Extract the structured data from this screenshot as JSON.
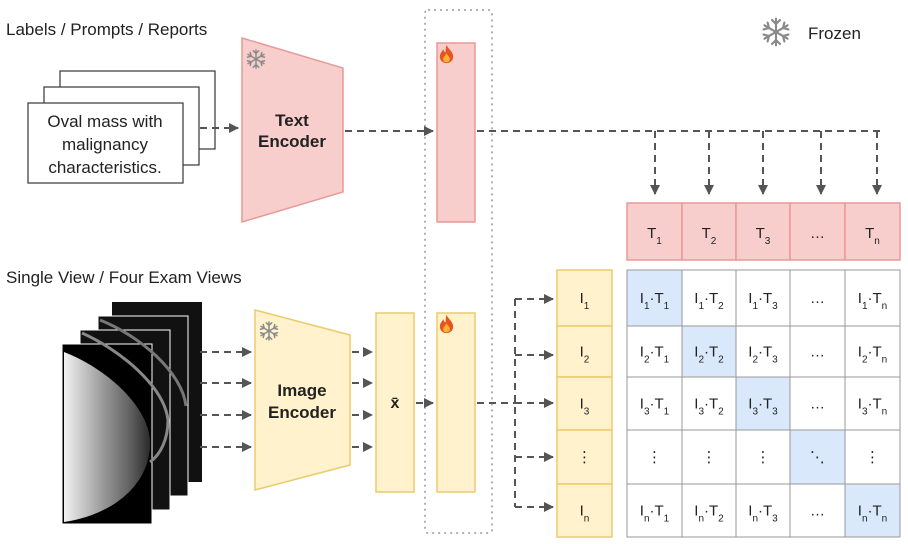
{
  "texts": {
    "text_source_title": "Labels / Prompts / Reports",
    "image_source_title": "Single View / Four Exam Views",
    "frozen_legend": "Frozen",
    "report_line_1": "Oval mass with",
    "report_line_2": "malignancy",
    "report_line_3": "characteristics.",
    "text_encoder_line_1": "Text",
    "text_encoder_line_2": "Encoder",
    "image_encoder_line_1": "Image",
    "image_encoder_line_2": "Encoder",
    "xbar": "x̄"
  },
  "text_embeddings": [
    {
      "base": "T",
      "sub": "1"
    },
    {
      "base": "T",
      "sub": "2"
    },
    {
      "base": "T",
      "sub": "3"
    },
    {
      "base": "…",
      "sub": ""
    },
    {
      "base": "T",
      "sub": "n"
    }
  ],
  "image_embeddings": [
    {
      "base": "I",
      "sub": "1"
    },
    {
      "base": "I",
      "sub": "2"
    },
    {
      "base": "I",
      "sub": "3"
    },
    {
      "base": "⋮",
      "sub": ""
    },
    {
      "base": "I",
      "sub": "n"
    }
  ],
  "matrix_ellipsis": {
    "horizontal": "…",
    "vertical": "⋮",
    "diagonal": "⋱"
  },
  "colors": {
    "text_fill": "#f8cecc",
    "text_stroke": "#e79a97",
    "image_fill": "#fff2cc",
    "image_stroke": "#eccb6e",
    "diag_fill": "#dae8fc",
    "arrow": "#555555",
    "grid": "#999999"
  },
  "icons": [
    "snowflake-icon",
    "flame-icon"
  ]
}
